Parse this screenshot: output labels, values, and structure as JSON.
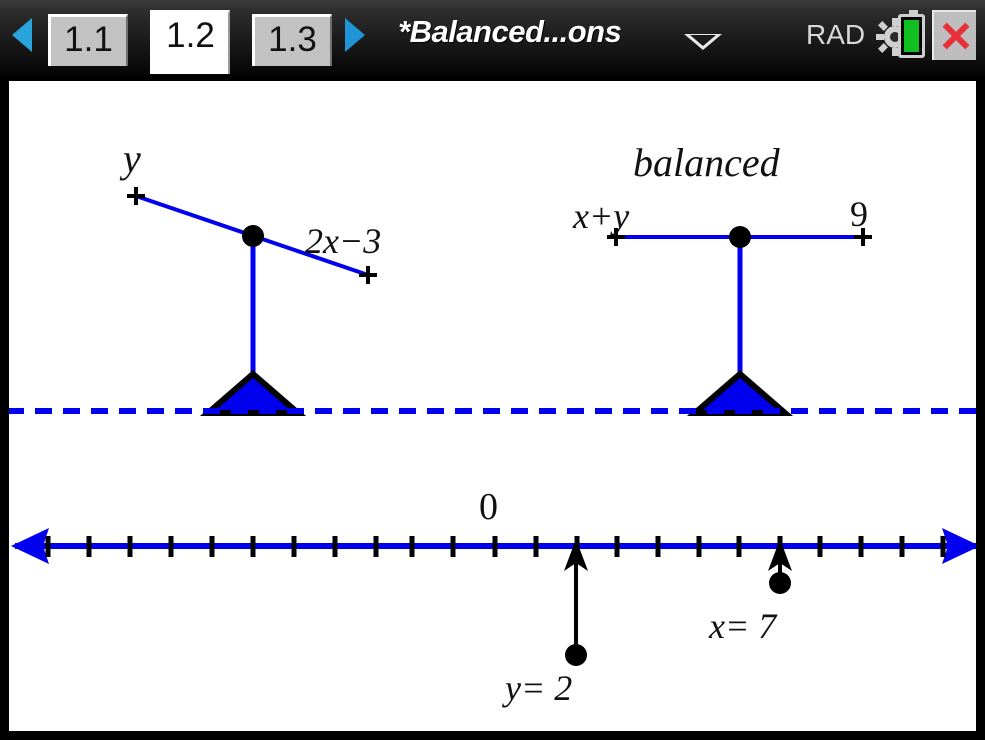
{
  "titlebar": {
    "prev_arrow_icon": "triangle-left-icon",
    "next_arrow_icon": "triangle-right-icon",
    "tabs": [
      {
        "label": "1.1",
        "active": false
      },
      {
        "label": "1.2",
        "active": true
      },
      {
        "label": "1.3",
        "active": false
      }
    ],
    "document_title": "*Balanced...ons",
    "title_chevron_icon": "chevron-down-icon",
    "angle_mode": "RAD",
    "gear_icon": "gear-icon",
    "battery_icon": "battery-icon",
    "close_icon": "close-icon"
  },
  "canvas": {
    "balances": [
      {
        "id": "left-balance",
        "status_label": "",
        "left_label": "y",
        "right_label": "2x−3",
        "tilt": "down-right"
      },
      {
        "id": "right-balance",
        "status_label": "balanced",
        "left_label": "x+y",
        "right_label": "9",
        "tilt": "level"
      }
    ],
    "ground_line": "dashed-blue-line",
    "numberline": {
      "origin_label": "0",
      "left_arrow_icon": "arrow-left-icon",
      "right_arrow_icon": "arrow-right-icon",
      "tick_count": 23,
      "markers": [
        {
          "label": "y= 2",
          "value": 2,
          "name": "y-slider"
        },
        {
          "label": "x= 7",
          "value": 7,
          "name": "x-slider"
        }
      ]
    }
  },
  "colors": {
    "beam_blue": "#0000ee",
    "fulcrum_blue": "#0000ee",
    "battery_green": "#0fc020",
    "close_red": "#e8303a",
    "tab_accent": "#29a4dd"
  }
}
